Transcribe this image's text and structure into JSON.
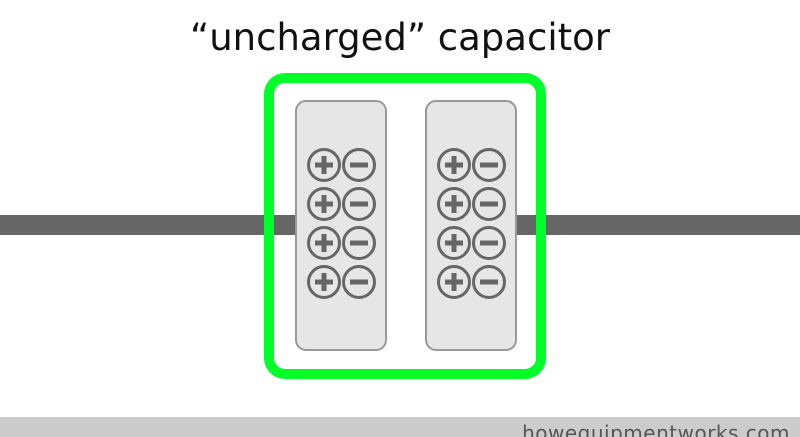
{
  "title": "“uncharged” capacitor",
  "footer": "howequipmentworks.com",
  "colors": {
    "frame": "#00ff2a",
    "wire": "#666666",
    "plate_fill": "#e6e6e6",
    "plate_stroke": "#999999",
    "charge": "#666666",
    "footer_bar": "#cccccc"
  },
  "plates": [
    {
      "name": "left-plate",
      "charges": [
        [
          "+",
          "-"
        ],
        [
          "+",
          "-"
        ],
        [
          "+",
          "-"
        ],
        [
          "+",
          "-"
        ]
      ]
    },
    {
      "name": "right-plate",
      "charges": [
        [
          "+",
          "-"
        ],
        [
          "+",
          "-"
        ],
        [
          "+",
          "-"
        ],
        [
          "+",
          "-"
        ]
      ]
    }
  ]
}
